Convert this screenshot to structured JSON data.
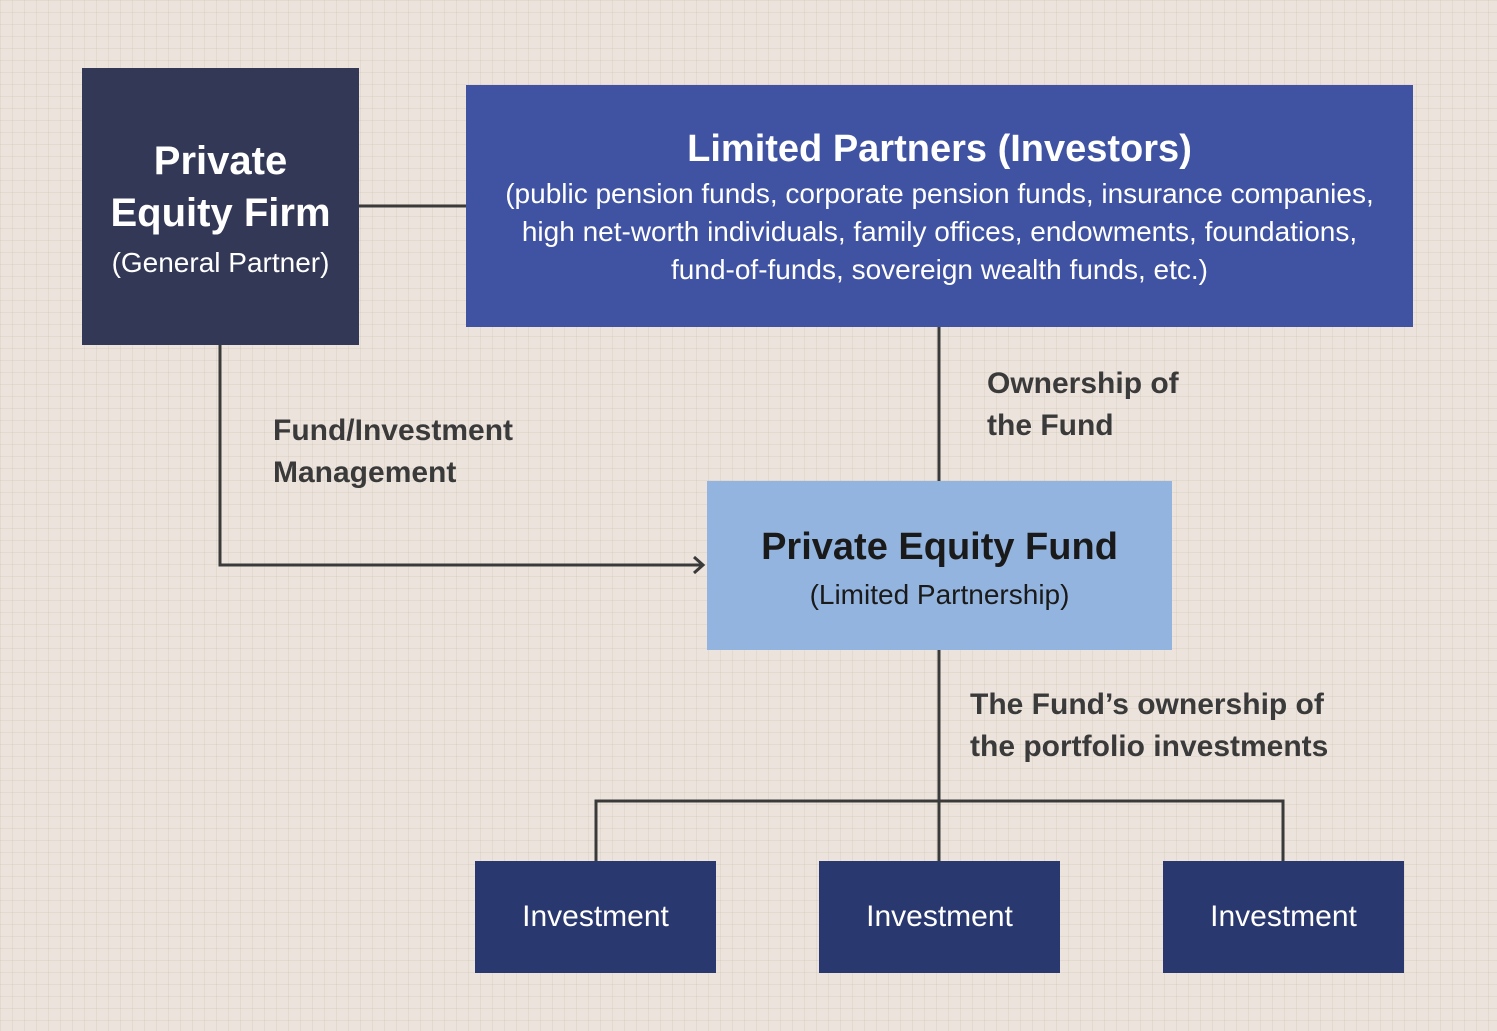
{
  "gp": {
    "title_line1": "Private",
    "title_line2": "Equity Firm",
    "subtitle": "(General Partner)"
  },
  "lp": {
    "title": "Limited Partners (Investors)",
    "line1": "(public pension funds, corporate pension funds, insurance companies,",
    "line2": "high net-worth individuals, family offices, endowments, foundations,",
    "line3": "fund-of-funds, sovereign wealth funds, etc.)"
  },
  "fund": {
    "title": "Private Equity Fund",
    "subtitle": "(Limited Partnership)"
  },
  "labels": {
    "management_1": "Fund/Investment",
    "management_2": "Management",
    "ownership_1": "Ownership of",
    "ownership_2": "the Fund",
    "portfolio_1": "The Fund’s ownership of",
    "portfolio_2": "the portfolio investments"
  },
  "investments": [
    "Investment",
    "Investment",
    "Investment"
  ],
  "colors": {
    "gp": "#333856",
    "lp": "#4053a3",
    "fund": "#93b4df",
    "investment": "#2a3870",
    "background": "#ece4dc"
  }
}
